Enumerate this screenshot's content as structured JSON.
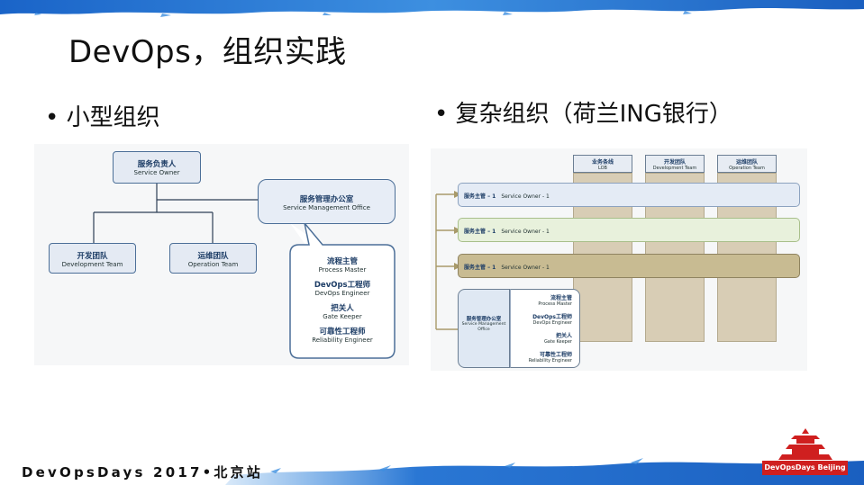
{
  "title": "DevOps，组织实践",
  "left_bullet": "小型组织",
  "right_bullet": "复杂组织（荷兰ING银行）",
  "small_org": {
    "service_owner": {
      "cn": "服务负责人",
      "en": "Service Owner"
    },
    "smo": {
      "cn": "服务管理办公室",
      "en": "Service Management Office"
    },
    "dev_team": {
      "cn": "开发团队",
      "en": "Development Team"
    },
    "ops_team": {
      "cn": "运维团队",
      "en": "Operation Team"
    },
    "roles": [
      {
        "cn": "流程主管",
        "en": "Process Master"
      },
      {
        "cn": "DevOps工程师",
        "en": "DevOps Engineer"
      },
      {
        "cn": "把关人",
        "en": "Gate Keeper"
      },
      {
        "cn": "可靠性工程师",
        "en": "Reliability Engineer"
      }
    ]
  },
  "ing_org": {
    "columns": [
      {
        "cn": "业务条线",
        "en": "LOB"
      },
      {
        "cn": "开发团队",
        "en": "Development Team"
      },
      {
        "cn": "运维团队",
        "en": "Operation Team"
      }
    ],
    "lanes": [
      {
        "cn": "服务主管 – 1",
        "en": "Service Owner - 1"
      },
      {
        "cn": "服务主管 – 1",
        "en": "Service Owner - 1"
      },
      {
        "cn": "服务主管 – 1",
        "en": "Service Owner - 1"
      }
    ],
    "smo": {
      "cn": "服务管理办公室",
      "en": "Service Management Office"
    },
    "roles": [
      {
        "cn": "流程主管",
        "en": "Process Master"
      },
      {
        "cn": "DevOps工程师",
        "en": "DevOps Engineer"
      },
      {
        "cn": "把关人",
        "en": "Gate Keeper"
      },
      {
        "cn": "可靠性工程师",
        "en": "Reliability Engineer"
      }
    ]
  },
  "footer": "DevOpsDays 2017•北京站",
  "logo_text": "DevOpsDays Beijing",
  "colors": {
    "accent_blue": "#2a6fc9",
    "node_border": "#4c6f98",
    "logo_red": "#cf1f1f"
  }
}
